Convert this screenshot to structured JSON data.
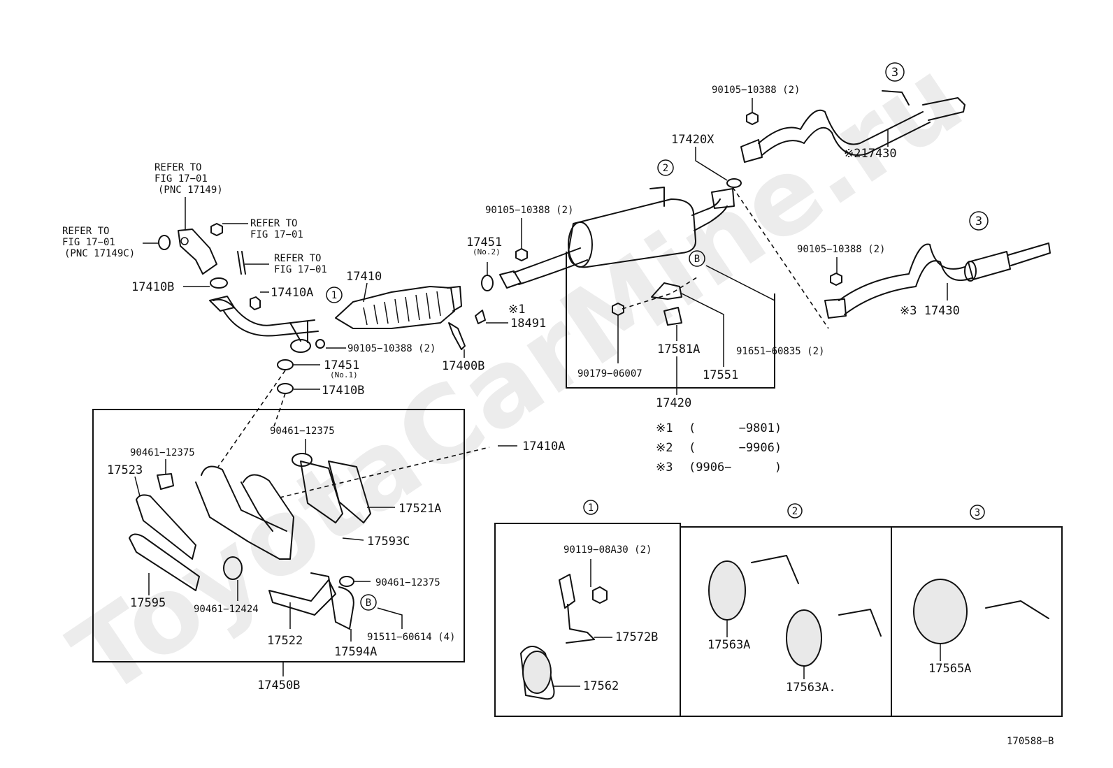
{
  "watermark": "ToyotaCarMine.ru",
  "figure_id": "170588−B",
  "labels": {
    "refer1": [
      "REFER TO",
      "FIG 17−01",
      "(PNC 17149)"
    ],
    "refer2": [
      "REFER TO",
      "FIG 17−01",
      "(PNC 17149C)"
    ],
    "refer3": [
      "REFER TO",
      "FIG 17−01"
    ],
    "refer4": [
      "REFER TO",
      "FIG 17−01"
    ],
    "p17410B_top": "17410B",
    "p17410A_top": "17410A",
    "p17410": "17410",
    "p90105_cat": "90105−10388 (2)",
    "p17451_no1": "17451",
    "p17451_no1_sub": "(No.1)",
    "p17410B_mid": "17410B",
    "p17451_no2": "17451",
    "p17451_no2_sub": "(No.2)",
    "p90105_mid": "90105−10388 (2)",
    "p18491": "18491",
    "p18491_mark": "※1",
    "p17400B": "17400B",
    "p17420X": "17420X",
    "p90105_top": "90105−10388 (2)",
    "p217430": "※217430",
    "p90105_right": "90105−10388 (2)",
    "p317430": "※3 17430",
    "p90179": "90179−06007",
    "p17581A": "17581A",
    "p17551": "17551",
    "p91651": "91651−60835 (2)",
    "p17420": "17420",
    "p17410A_mid": "17410A",
    "p90461_a": "90461−12375",
    "p90461_b": "90461−12375",
    "p17523": "17523",
    "p17521A": "17521A",
    "p17593C": "17593C",
    "p17595": "17595",
    "p90461_12424": "90461−12424",
    "p90461_c": "90461−12375",
    "p91511": "91511−60614 (4)",
    "p17522": "17522",
    "p17594A": "17594A",
    "p17450B": "17450B",
    "p90119": "90119−08A30 (2)",
    "p17572B": "17572B",
    "p17562": "17562",
    "p17563A_1": "17563A",
    "p17563A_2": "17563A.",
    "p17565A": "17565A"
  },
  "callouts": {
    "c1": "1",
    "c2": "2",
    "c3": "3",
    "B": "B"
  },
  "legend": [
    {
      "mark": "※1",
      "text": "(      −9801)"
    },
    {
      "mark": "※2",
      "text": "(      −9906)"
    },
    {
      "mark": "※3",
      "text": "(9906−      )"
    }
  ]
}
